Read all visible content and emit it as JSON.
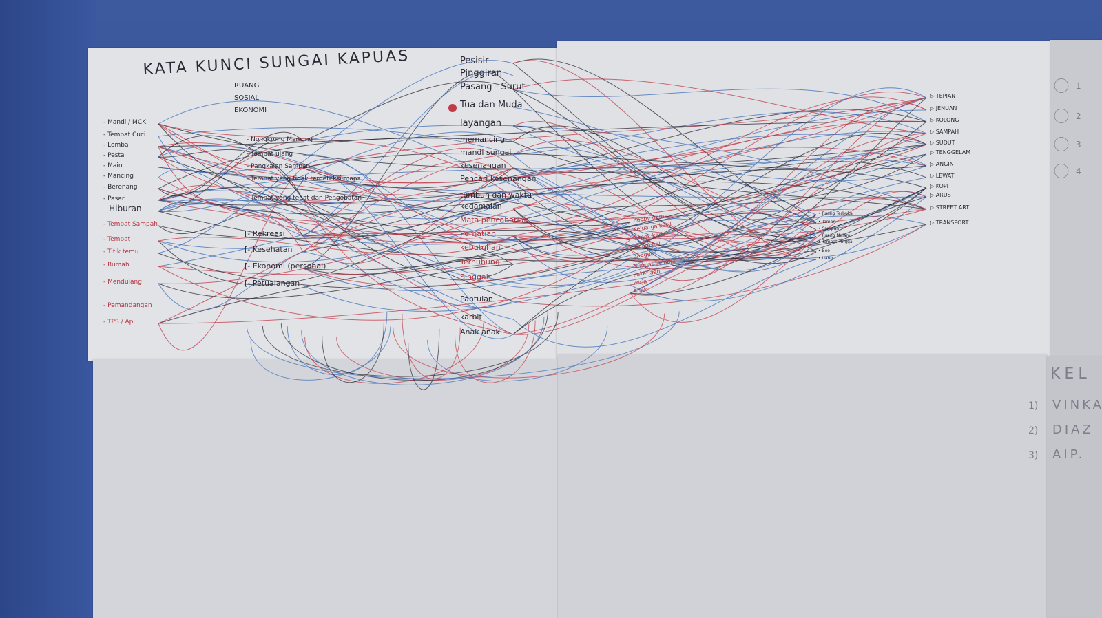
{
  "title": "KATA KUNCI SUNGAI KAPUAS",
  "subtitle": [
    "RUANG",
    "SOSIAL",
    "EKONOMI"
  ],
  "left_column": [
    "Mandi / MCK",
    "Tempat Cuci",
    "Lomba",
    "Pesta",
    "Main",
    "Mancing",
    "Berenang",
    "Pasar",
    "Hiburan",
    "Tempat Sampah",
    "Tempat",
    "Titik temu",
    "Rumah",
    "Mendulang",
    "Pemandangan",
    "TPS / Api"
  ],
  "mid_column_top": [
    "Nongkrong Mancing",
    "Tempat ulang",
    "Pangkalan Sampan",
    "Tempat yang tidak terdeteksi maps",
    "Tempat yang tepat dan Pengobatan"
  ],
  "mid_column_bottom": [
    "Rekreasi",
    "Kesehatan",
    "Ekonomi (personal)",
    "Petualangan"
  ],
  "center_column": [
    "Pesisir",
    "Pinggiran",
    "Pasang - Surut",
    "Tua dan Muda",
    "layangan",
    "memancing",
    "mandi sungai",
    "kesenangan",
    "Pencari kesenangan",
    "tumbuh dan waktu",
    "kedamaian",
    "Mata pencaharian",
    "Perhatian",
    "kebutuhan",
    "Terhubung",
    "Singgah",
    "Pantulan",
    "karbit",
    "Anak anak"
  ],
  "right_center_column": [
    "hobby game",
    "Keluarga kecil",
    "Capek kerja",
    "dalam hal",
    "gadget",
    "Tempat belanja",
    "Pekerjaan",
    "kerja",
    "Anak"
  ],
  "far_right_small": [
    "Ruang Terbuka",
    "Taman",
    "Sampan",
    "Ruang Malam",
    "Tempat Tinggal",
    "Beo",
    "Uang"
  ],
  "right_column": [
    "TEPIAN",
    "JENUAN",
    "KOLONG",
    "SAMPAH",
    "SUDUT",
    "TENGGELAM",
    "ANGIN",
    "LEWAT",
    "KOPI",
    "ARUS",
    "STREET ART",
    "TRANSPORT"
  ],
  "edge_numbers": [
    "1",
    "2",
    "3",
    "4"
  ],
  "lower_right": {
    "heading": "KEL",
    "items": [
      "VINKA",
      "DIAZ",
      "AIP."
    ],
    "numbers": [
      "1",
      "2",
      "3"
    ]
  },
  "colors": {
    "ink_black": "#2a2a36",
    "ink_red": "#c23a48",
    "ink_blue": "#3d6db8",
    "paper": "#e2e3e7",
    "wall": "#3a57a0"
  }
}
